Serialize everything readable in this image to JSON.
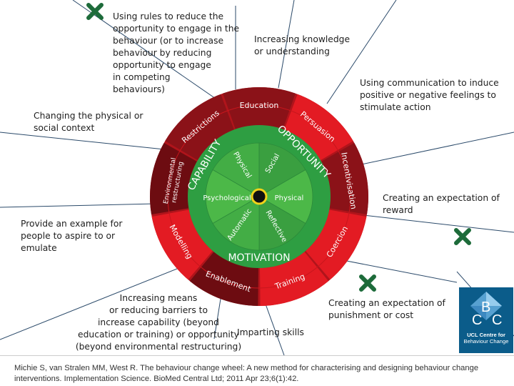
{
  "wheel": {
    "center": {
      "capability": "CAPABILITY",
      "opportunity": "OPPORTUNITY",
      "motivation": "MOTIVATION",
      "components": [
        "Physical",
        "Social",
        "Psychological",
        "Physical",
        "Automatic",
        "Reflective"
      ]
    },
    "interventions": [
      "Education",
      "Persuasion",
      "Incentivisation",
      "Coercion",
      "Training",
      "Enablement",
      "Modelling",
      "Environmental restructuring",
      "Restrictions"
    ]
  },
  "descriptions": {
    "restrictions": "Using rules to reduce the\nopportunity to engage in the\nbehaviour (or to increase\nbehaviour by reducing\nopportunity to engage\nin competing\nbehaviours)",
    "education": "Increasing knowledge\nor understanding",
    "persuasion": "Using communication to induce\npositive or negative feelings to\nstimulate action",
    "environmental": "Changing the physical or\nsocial context",
    "incentivisation": "Creating an expectation of\nreward",
    "modelling": "Provide an example for\npeople to aspire to or\nemulate",
    "enablement": "Increasing means\nor reducing barriers to\nincrease capability (beyond\neducation or training) or opportunity\n(beyond environmental restructuring)",
    "coercion": "Creating an expectation of\npunishment or cost",
    "training": "Imparting skills"
  },
  "citation": "Michie S, van Stralen MM, West R. The behaviour change wheel: A new method for characterising and designing behaviour change interventions. Implementation Science. BioMed Central Ltd; 2011 Apr 23;6(1):42.",
  "logo": {
    "letters": [
      "C",
      "B",
      "C"
    ],
    "line1": "UCL Centre for",
    "line2": "Behaviour Change"
  },
  "colors": {
    "dark_red": "#7a0e14",
    "red": "#e31b23",
    "green": "#2e9e42",
    "dark_green": "#1f7a35",
    "light_green": "#4cb848",
    "cross_green": "#1d6b3a"
  }
}
